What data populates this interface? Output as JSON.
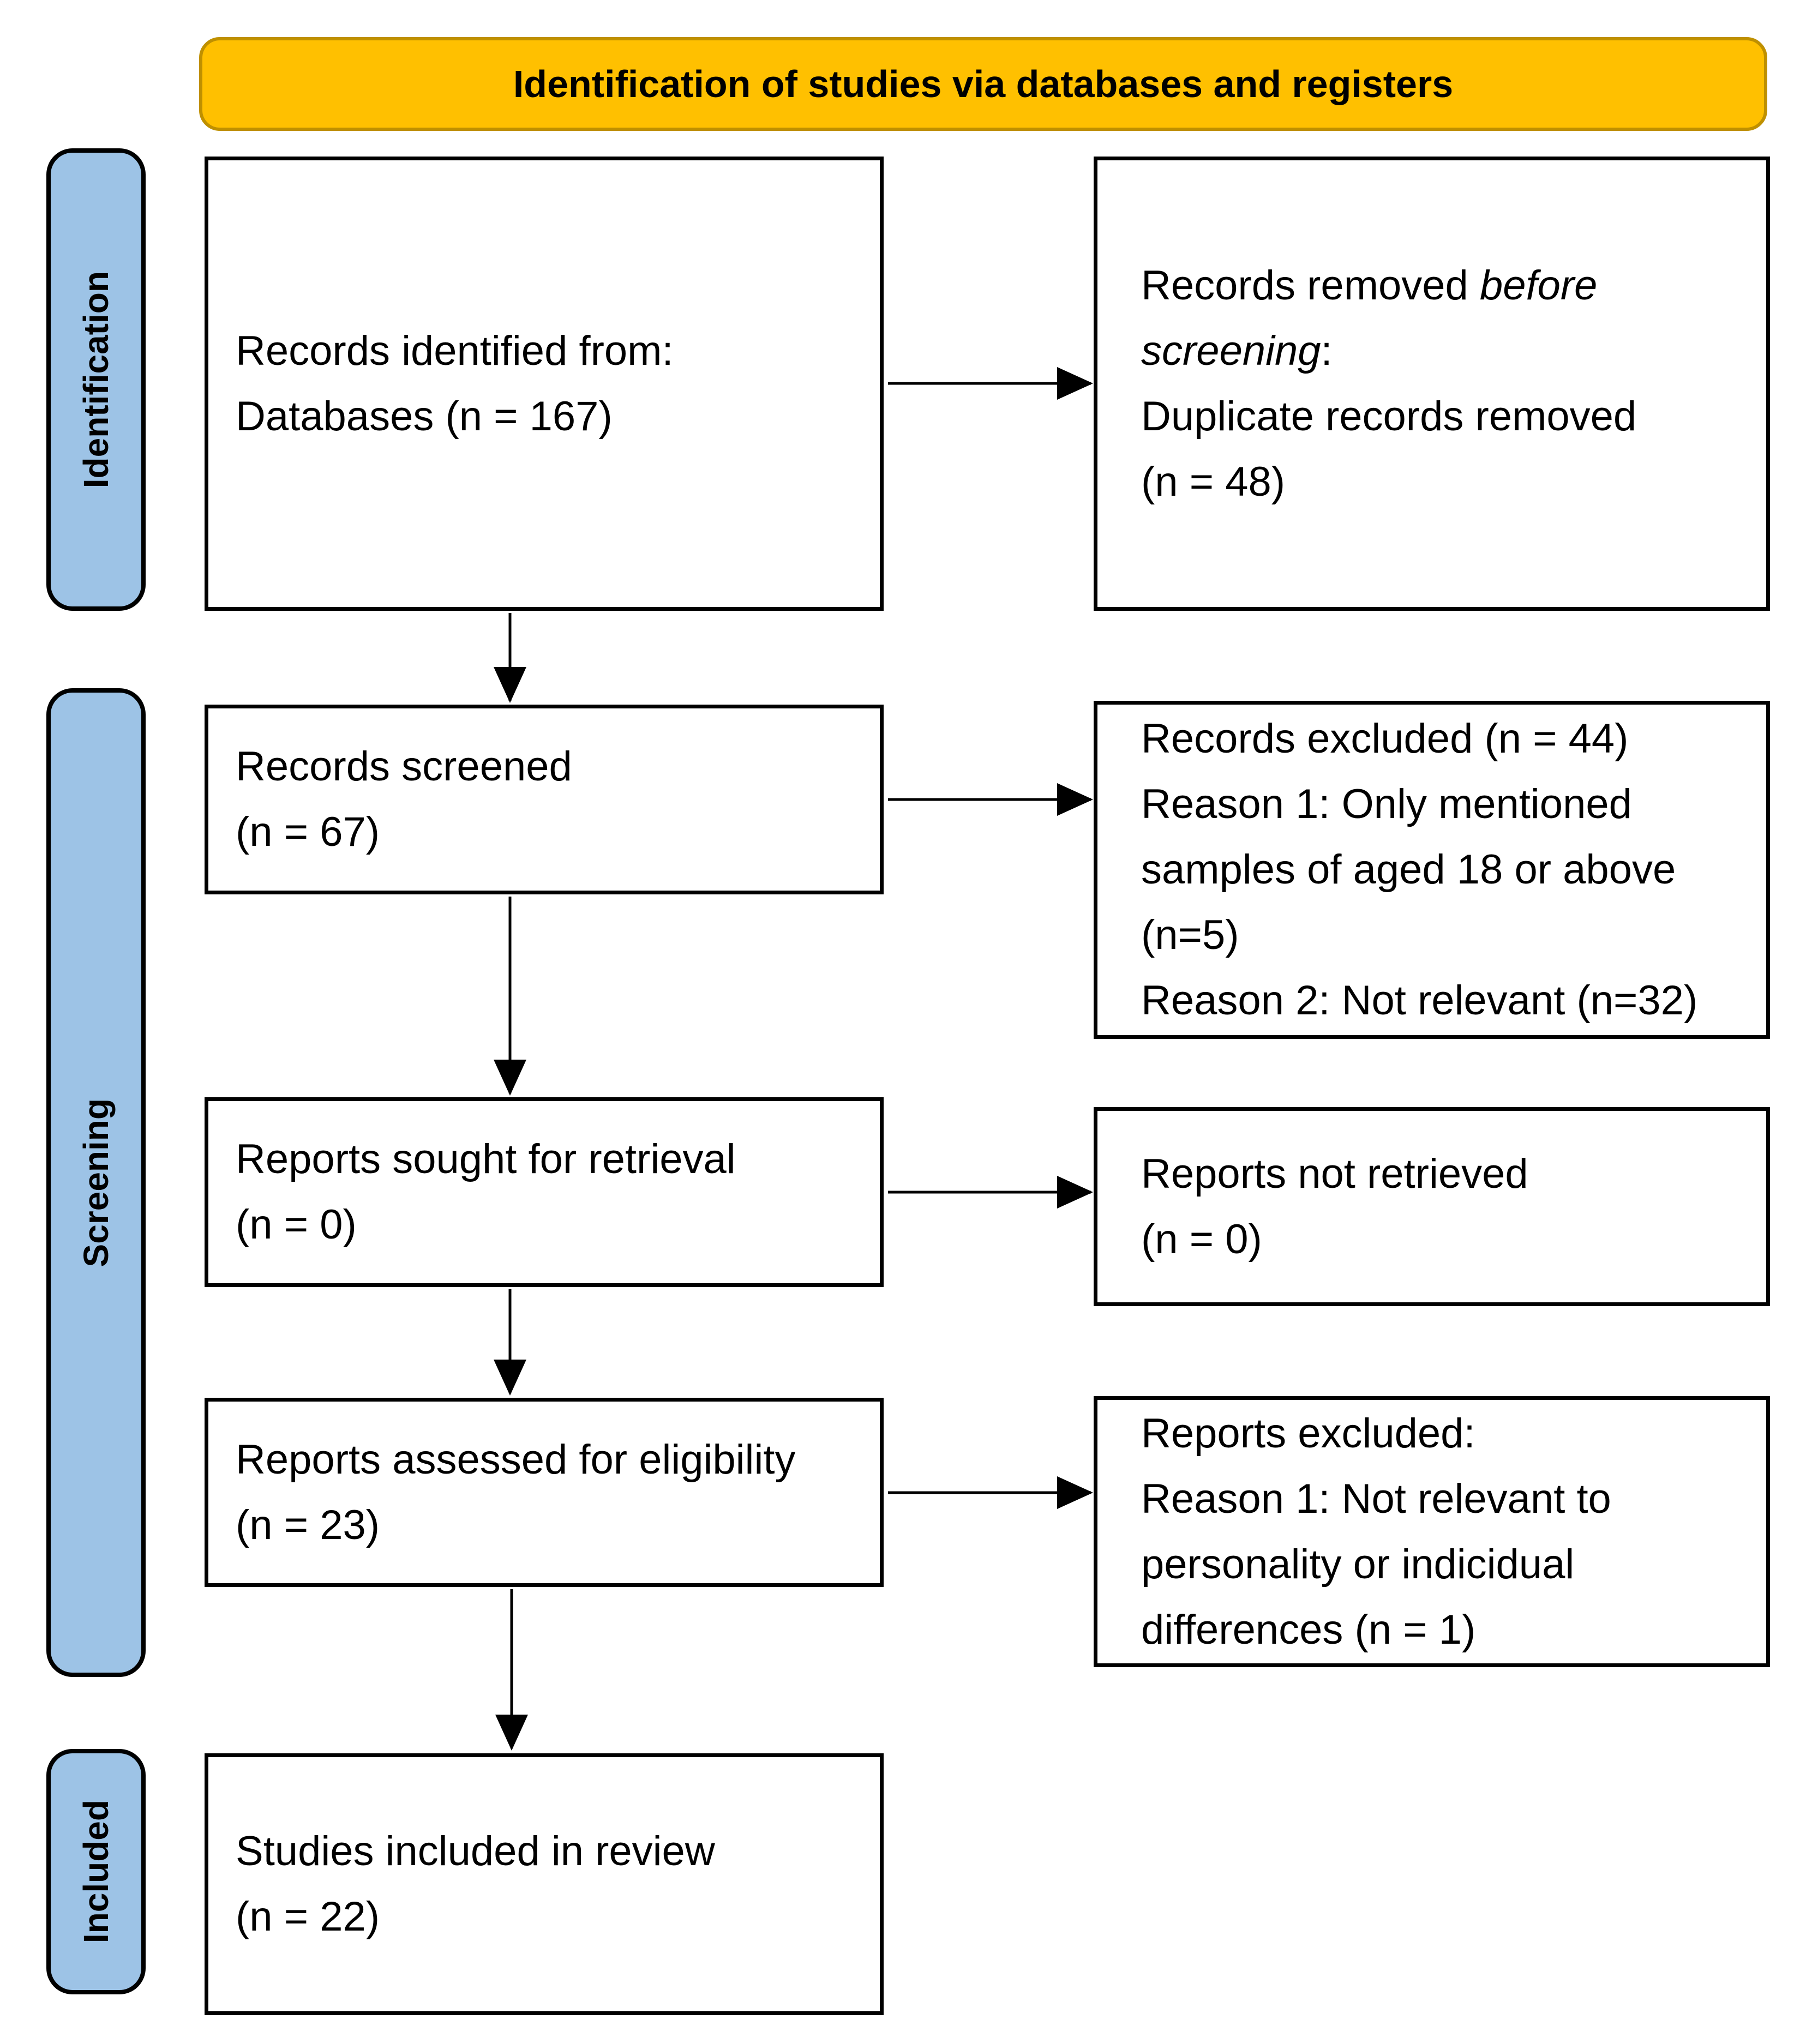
{
  "banner": {
    "title": "Identification of studies via databases and registers"
  },
  "sidebar": {
    "identification": "Identification",
    "screening": "Screening",
    "included": "Included"
  },
  "boxes": {
    "records_identified": {
      "heading": "Records identified from:",
      "detail": "Databases (n = 167)"
    },
    "records_removed": {
      "prefix": "Records removed ",
      "italic": "before\nscreening",
      "suffix": ":",
      "detail": "Duplicate records removed\n(n = 48)"
    },
    "records_screened": {
      "text": "Records screened\n(n = 67)"
    },
    "records_excluded": {
      "text": "Records excluded (n = 44)\nReason 1: Only mentioned\nsamples of aged 18 or above\n(n=5)\nReason 2: Not relevant (n=32)"
    },
    "reports_sought": {
      "text": "Reports sought for retrieval\n(n = 0)"
    },
    "reports_not_retrieved": {
      "text": "Reports not retrieved\n(n = 0)"
    },
    "reports_assessed": {
      "text": "Reports assessed for eligibility\n(n = 23)"
    },
    "reports_excluded": {
      "heading": "Reports excluded:",
      "detail": "Reason 1: Not relevant to\npersonality or indicidual\ndifferences (n = 1)"
    },
    "studies_included": {
      "text": "Studies included in review\n(n = 22)"
    }
  },
  "colors": {
    "banner_fill": "#FFC000",
    "banner_border": "#BF9000",
    "stage_fill": "#9DC3E6",
    "box_border": "#000000",
    "arrow": "#000000"
  }
}
